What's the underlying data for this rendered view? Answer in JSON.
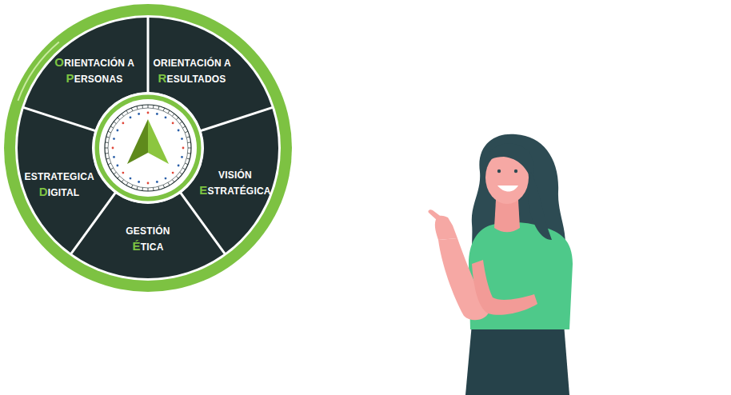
{
  "diagram": {
    "nodes": [
      {
        "text": [
          "ORIENTACIÓN A PERSONAS"
        ]
      },
      {
        "text": [
          "ORIENTACIÓN A RESULTADOS"
        ]
      },
      {
        "text": [
          "VISIÓN ESTRATÉGICA"
        ]
      },
      {
        "text": [
          "GESTIÓN ÉTICA"
        ]
      },
      {
        "text": [
          "ESTRATEGICA DIGITAL"
        ]
      }
    ]
  }
}
